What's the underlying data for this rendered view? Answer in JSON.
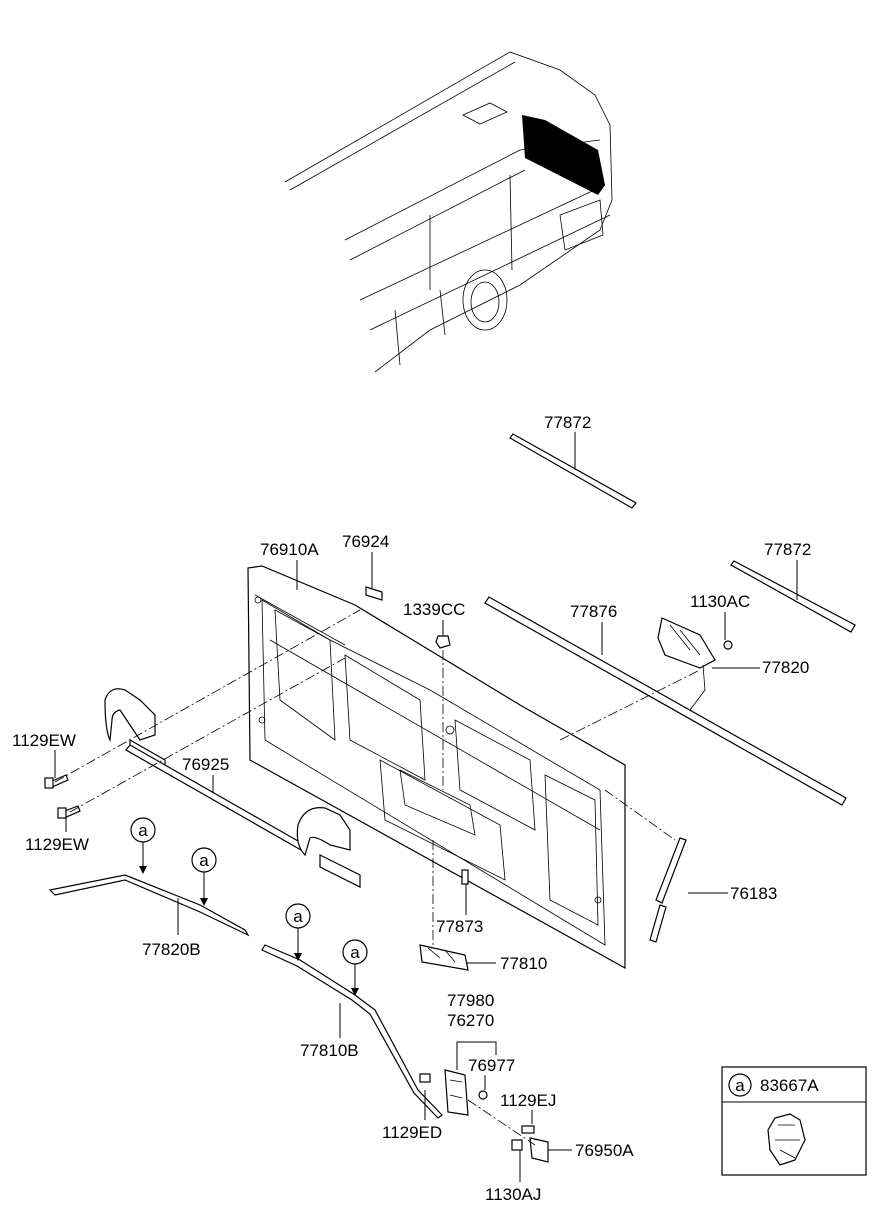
{
  "labels": {
    "p77872_top": "77872",
    "p77872_right": "77872",
    "p76910A": "76910A",
    "p76924": "76924",
    "p1339CC": "1339CC",
    "p77876": "77876",
    "p1130AC": "1130AC",
    "p77820": "77820",
    "p1129EW_a": "1129EW",
    "p1129EW_b": "1129EW",
    "p76925": "76925",
    "p77820B": "77820B",
    "p77873": "77873",
    "p76183": "76183",
    "p77810": "77810",
    "p77810B": "77810B",
    "p77980": "77980",
    "p76270": "76270",
    "p76977": "76977",
    "p1129EJ": "1129EJ",
    "p1129ED": "1129ED",
    "p76950A": "76950A",
    "p1130AJ": "1130AJ"
  },
  "callout_marker": "a",
  "legend": {
    "marker": "a",
    "part_number": "83667A"
  }
}
